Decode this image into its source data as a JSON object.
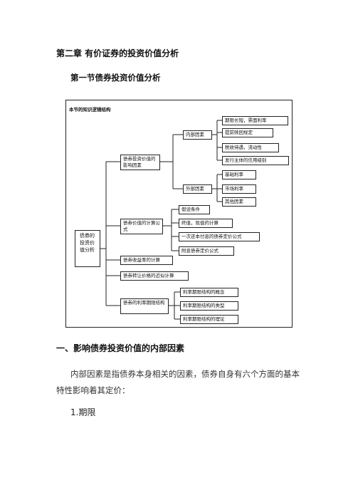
{
  "chapter_title": "第二章 有价证券的投资价值分析",
  "section_title": "第一节债券投资价值分析",
  "diagram": {
    "title": "本节的知识逻辑结构",
    "root": "债券的投资价值分析",
    "level1": {
      "factors": "债券投资价值的影响因素",
      "formula": "债券价值的计算公式",
      "yield": "债券收益率的计算",
      "transfer": "债券转让价格的近似计算",
      "term": "债券的利率期限结构"
    },
    "level2": {
      "internal": "内部因素",
      "external": "外部因素",
      "assumption": "假设条件",
      "final_value": "终值，现值的计算",
      "one_time": "一次还本付息的债券定价公式",
      "coupon": "附息债券定价公式",
      "term_concept": "利率期限结构的概念",
      "term_types": "利率期限结构的类型",
      "term_theory": "利率期限结构的理论"
    },
    "level3": {
      "maturity": "期限长短，票面利率",
      "early_redemption": "提前赎回规定",
      "tax": "税收待遇，流动性",
      "credit": "发行主体的信用级别",
      "base_rate": "基础利率",
      "market_rate": "市场利率",
      "other": "其他因素"
    }
  },
  "subsection_title": "一、影响债券投资价值的内部因素",
  "paragraph": "内部因素是指债券本身相关的因素，债券自身有六个方面的基本特性影响着其定价：",
  "list_item": "1.期限"
}
